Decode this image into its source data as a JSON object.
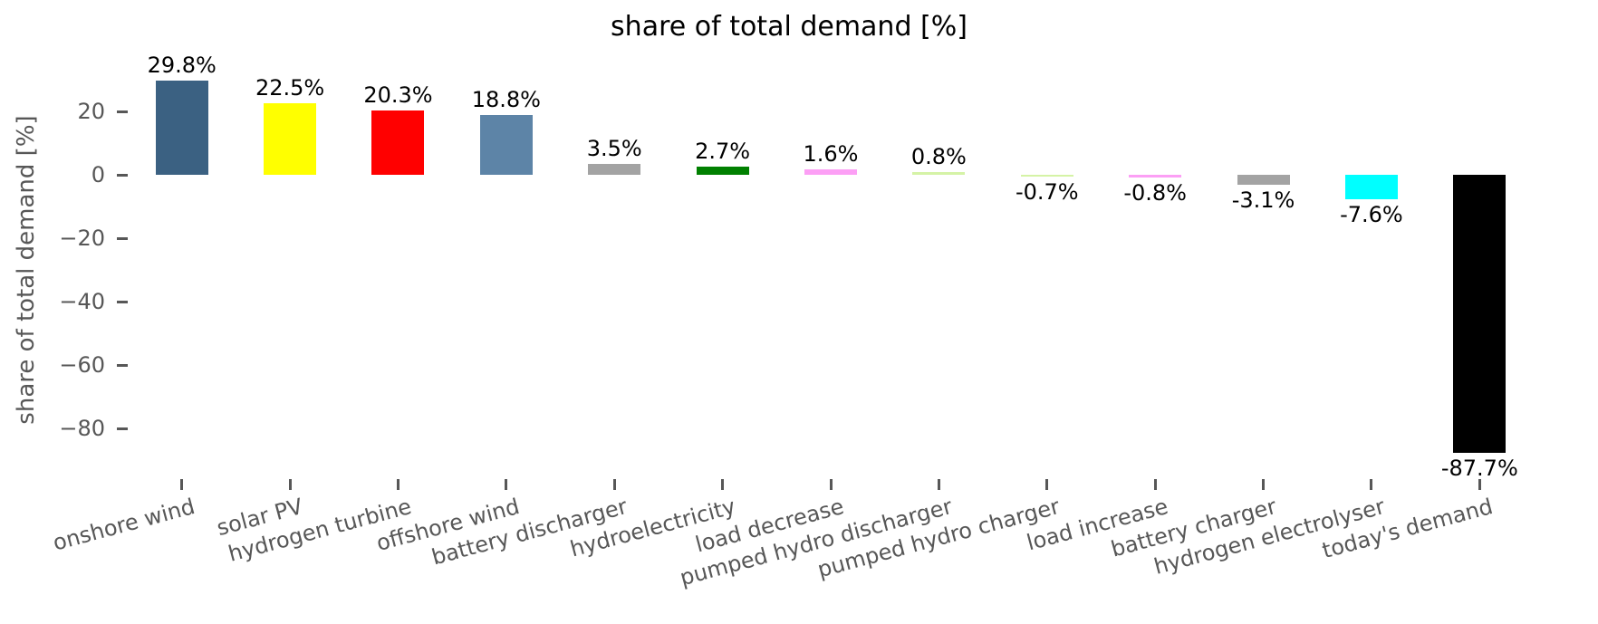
{
  "chart_data": {
    "type": "bar",
    "title": "share of total demand [%]",
    "xlabel": "",
    "ylabel": "share of total demand [%]",
    "categories": [
      "onshore wind",
      "solar PV",
      "hydrogen turbine",
      "offshore wind",
      "battery discharger",
      "hydroelectricity",
      "load decrease",
      "pumped hydro discharger",
      "pumped hydro charger",
      "load increase",
      "battery charger",
      "hydrogen electrolyser",
      "today's demand"
    ],
    "values": [
      29.8,
      22.5,
      20.3,
      18.8,
      3.5,
      2.7,
      1.6,
      0.8,
      -0.7,
      -0.8,
      -3.1,
      -7.6,
      -87.7
    ],
    "bar_labels": [
      "29.8%",
      "22.5%",
      "20.3%",
      "18.8%",
      "3.5%",
      "2.7%",
      "1.6%",
      "0.8%",
      "-0.7%",
      "-0.8%",
      "-3.1%",
      "-7.6%",
      "-87.7%"
    ],
    "colors": [
      "#3b6182",
      "#ffff00",
      "#ff0000",
      "#5d84a7",
      "#a3a3a3",
      "#008000",
      "#fc9ff5",
      "#d5f3a6",
      "#d5f3a6",
      "#fc9ff5",
      "#a3a3a3",
      "#00ffff",
      "#000000"
    ],
    "yticks": [
      20,
      0,
      -20,
      -40,
      -60,
      -80
    ],
    "ytick_labels": [
      "20",
      "0",
      "−20",
      "−40",
      "−60",
      "−80"
    ],
    "ylim": [
      -95,
      35.7
    ],
    "grid": false,
    "legend": false,
    "xtick_label_rotation_deg": 15,
    "text_color": "#575757",
    "value_label_color": "#000000",
    "background_color": "#ffffff"
  }
}
